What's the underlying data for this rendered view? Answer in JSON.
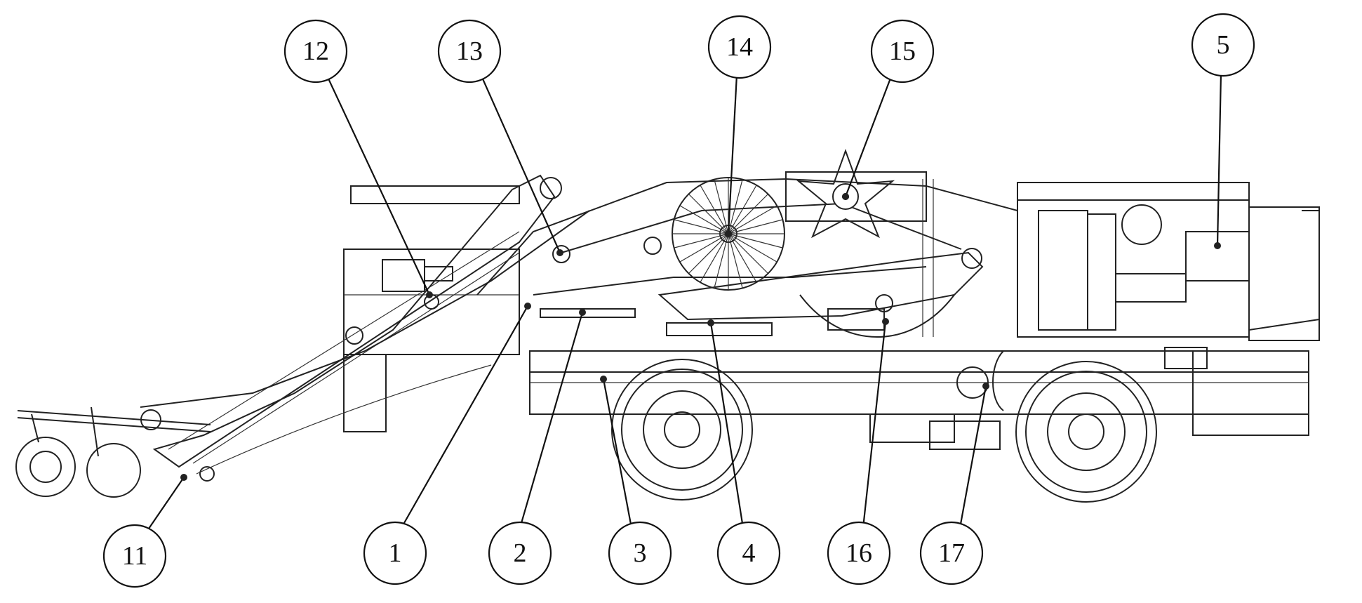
{
  "callouts": [
    {
      "id": "12",
      "label": "12"
    },
    {
      "id": "13",
      "label": "13"
    },
    {
      "id": "14",
      "label": "14"
    },
    {
      "id": "15",
      "label": "15"
    },
    {
      "id": "5",
      "label": "5"
    },
    {
      "id": "11",
      "label": "11"
    },
    {
      "id": "1",
      "label": "1"
    },
    {
      "id": "2",
      "label": "2"
    },
    {
      "id": "3",
      "label": "3"
    },
    {
      "id": "4",
      "label": "4"
    },
    {
      "id": "16",
      "label": "16"
    },
    {
      "id": "17",
      "label": "17"
    }
  ]
}
